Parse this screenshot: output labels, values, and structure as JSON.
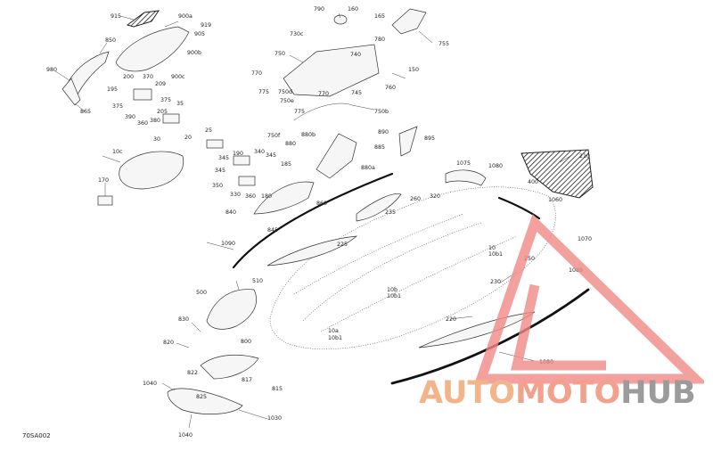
{
  "diagram": {
    "reference_code": "70SA002",
    "watermark": {
      "part1": "AUTO",
      "part2": "MOTO",
      "part3": "HUB",
      "colors": {
        "auto": "#f3b48a",
        "moto": "#f3a08c",
        "hub": "#9b9b9b",
        "triangle": "#f08a86"
      }
    },
    "callouts": [
      {
        "id": "c915",
        "text": "915"
      },
      {
        "id": "c900a",
        "text": "900a"
      },
      {
        "id": "c919",
        "text": "919"
      },
      {
        "id": "c905",
        "text": "905"
      },
      {
        "id": "c850",
        "text": "850"
      },
      {
        "id": "c900b",
        "text": "900b"
      },
      {
        "id": "c980",
        "text": "980"
      },
      {
        "id": "c900c",
        "text": "900c"
      },
      {
        "id": "c865",
        "text": "865"
      },
      {
        "id": "c200",
        "text": "200"
      },
      {
        "id": "c370",
        "text": "370"
      },
      {
        "id": "c209",
        "text": "209"
      },
      {
        "id": "c195",
        "text": "195"
      },
      {
        "id": "c375a",
        "text": "375"
      },
      {
        "id": "c375b",
        "text": "375"
      },
      {
        "id": "c35",
        "text": "35"
      },
      {
        "id": "c205",
        "text": "205"
      },
      {
        "id": "c390",
        "text": "390"
      },
      {
        "id": "c360",
        "text": "360"
      },
      {
        "id": "c380",
        "text": "380"
      },
      {
        "id": "c30",
        "text": "30"
      },
      {
        "id": "c790",
        "text": "790"
      },
      {
        "id": "c160",
        "text": "160"
      },
      {
        "id": "c165",
        "text": "165"
      },
      {
        "id": "c755",
        "text": "755"
      },
      {
        "id": "c730c",
        "text": "730c"
      },
      {
        "id": "c750",
        "text": "750"
      },
      {
        "id": "c780",
        "text": "780"
      },
      {
        "id": "c740",
        "text": "740"
      },
      {
        "id": "c150",
        "text": "150"
      },
      {
        "id": "c770a",
        "text": "770"
      },
      {
        "id": "c775a",
        "text": "775"
      },
      {
        "id": "c750d",
        "text": "750d"
      },
      {
        "id": "c770b",
        "text": "770"
      },
      {
        "id": "c745",
        "text": "745"
      },
      {
        "id": "c760",
        "text": "760"
      },
      {
        "id": "c750e",
        "text": "750e"
      },
      {
        "id": "c750b",
        "text": "750b"
      },
      {
        "id": "c775b",
        "text": "775"
      },
      {
        "id": "c25",
        "text": "25"
      },
      {
        "id": "c20",
        "text": "20"
      },
      {
        "id": "c750f",
        "text": "750f"
      },
      {
        "id": "c880",
        "text": "880"
      },
      {
        "id": "c880b",
        "text": "880b"
      },
      {
        "id": "c890",
        "text": "890"
      },
      {
        "id": "c895",
        "text": "895"
      },
      {
        "id": "c885",
        "text": "885"
      },
      {
        "id": "c190",
        "text": "190"
      },
      {
        "id": "c340",
        "text": "340"
      },
      {
        "id": "c345a",
        "text": "345"
      },
      {
        "id": "c345b",
        "text": "345"
      },
      {
        "id": "c185",
        "text": "185"
      },
      {
        "id": "c350",
        "text": "350"
      },
      {
        "id": "c330",
        "text": "330"
      },
      {
        "id": "c360b",
        "text": "360"
      },
      {
        "id": "c180",
        "text": "180"
      },
      {
        "id": "c860",
        "text": "860"
      },
      {
        "id": "c880a",
        "text": "880a"
      },
      {
        "id": "c10c",
        "text": "10c"
      },
      {
        "id": "c170",
        "text": "170"
      },
      {
        "id": "c1075",
        "text": "1075"
      },
      {
        "id": "c1080",
        "text": "1080"
      },
      {
        "id": "c210",
        "text": "210"
      },
      {
        "id": "c320",
        "text": "320"
      },
      {
        "id": "c400",
        "text": "400"
      },
      {
        "id": "c1060",
        "text": "1060"
      },
      {
        "id": "c260",
        "text": "260"
      },
      {
        "id": "c840",
        "text": "840"
      },
      {
        "id": "c235",
        "text": "235"
      },
      {
        "id": "c845",
        "text": "845"
      },
      {
        "id": "c1070",
        "text": "1070"
      },
      {
        "id": "c10",
        "text": "10"
      },
      {
        "id": "c10b1a",
        "text": "10b1"
      },
      {
        "id": "c225",
        "text": "225"
      },
      {
        "id": "c1090",
        "text": "1090"
      },
      {
        "id": "c250",
        "text": "250"
      },
      {
        "id": "c1089",
        "text": "1089"
      },
      {
        "id": "c230",
        "text": "230"
      },
      {
        "id": "c510",
        "text": "510"
      },
      {
        "id": "c10b",
        "text": "10b"
      },
      {
        "id": "c10b1b",
        "text": "10b1"
      },
      {
        "id": "c500",
        "text": "500"
      },
      {
        "id": "c830",
        "text": "830"
      },
      {
        "id": "c10a",
        "text": "10a"
      },
      {
        "id": "c10b1c",
        "text": "10b1"
      },
      {
        "id": "c220",
        "text": "220"
      },
      {
        "id": "c820",
        "text": "820"
      },
      {
        "id": "c800",
        "text": "800"
      },
      {
        "id": "c822",
        "text": "822"
      },
      {
        "id": "c1040a",
        "text": "1040"
      },
      {
        "id": "c817",
        "text": "817"
      },
      {
        "id": "c825",
        "text": "825"
      },
      {
        "id": "c815",
        "text": "815"
      },
      {
        "id": "c1030",
        "text": "1030"
      },
      {
        "id": "c1040b",
        "text": "1040"
      },
      {
        "id": "c1060b",
        "text": "1080"
      }
    ]
  }
}
